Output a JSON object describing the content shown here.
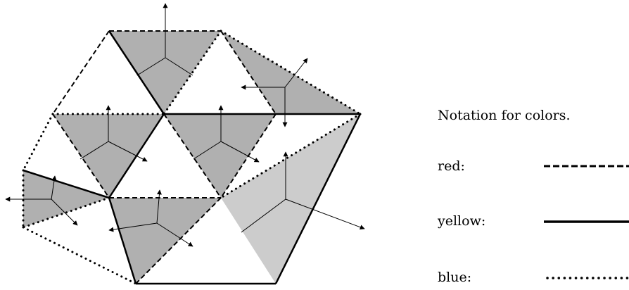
{
  "legend": {
    "title": "Notation for colors.",
    "entries": [
      {
        "label": "red:",
        "style": "dashed"
      },
      {
        "label": "yellow:",
        "style": "solid"
      },
      {
        "label": "blue:",
        "style": "dotted"
      }
    ]
  },
  "colors": {
    "dark_fill": "#b0b0b0",
    "light_fill": "#cccccc",
    "stroke": "#000000"
  }
}
